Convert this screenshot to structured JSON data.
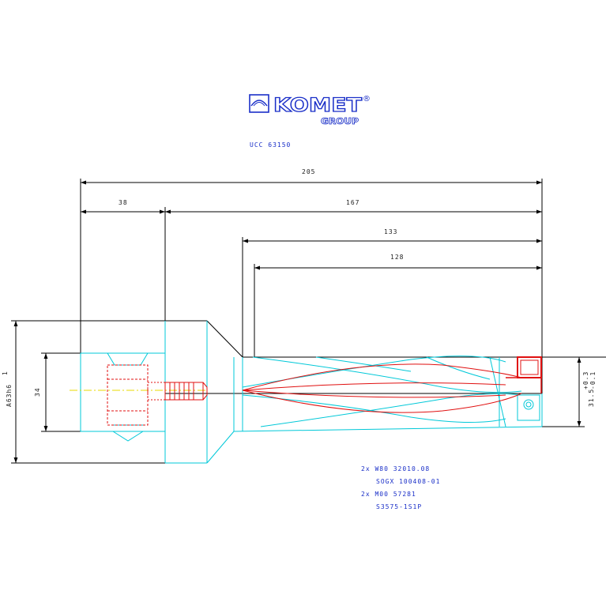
{
  "logo": {
    "brand": "KOMET",
    "registered": "®",
    "group": "GROUP"
  },
  "part_number": "UCC 63150",
  "dimensions": {
    "total_length": "205",
    "shank_length": "38",
    "body_length": "167",
    "length_133": "133",
    "length_128": "128",
    "shank_diameter": "A63h6",
    "shank_diameter_superscript": "1",
    "inner_diameter": "34",
    "drill_diameter": "31.5",
    "drill_tol_upper": "+0.3",
    "drill_tol_lower": "-0.1"
  },
  "parts_list": [
    "2x W80 32010.08",
    "SOGX 100408-01",
    "2x M00 57281",
    "S3575-1S1P"
  ],
  "colors": {
    "outline": "#000000",
    "cyan": "#00c8d8",
    "red": "#e01010",
    "blue": "#1a2fc8",
    "yellow": "#e8d800"
  }
}
